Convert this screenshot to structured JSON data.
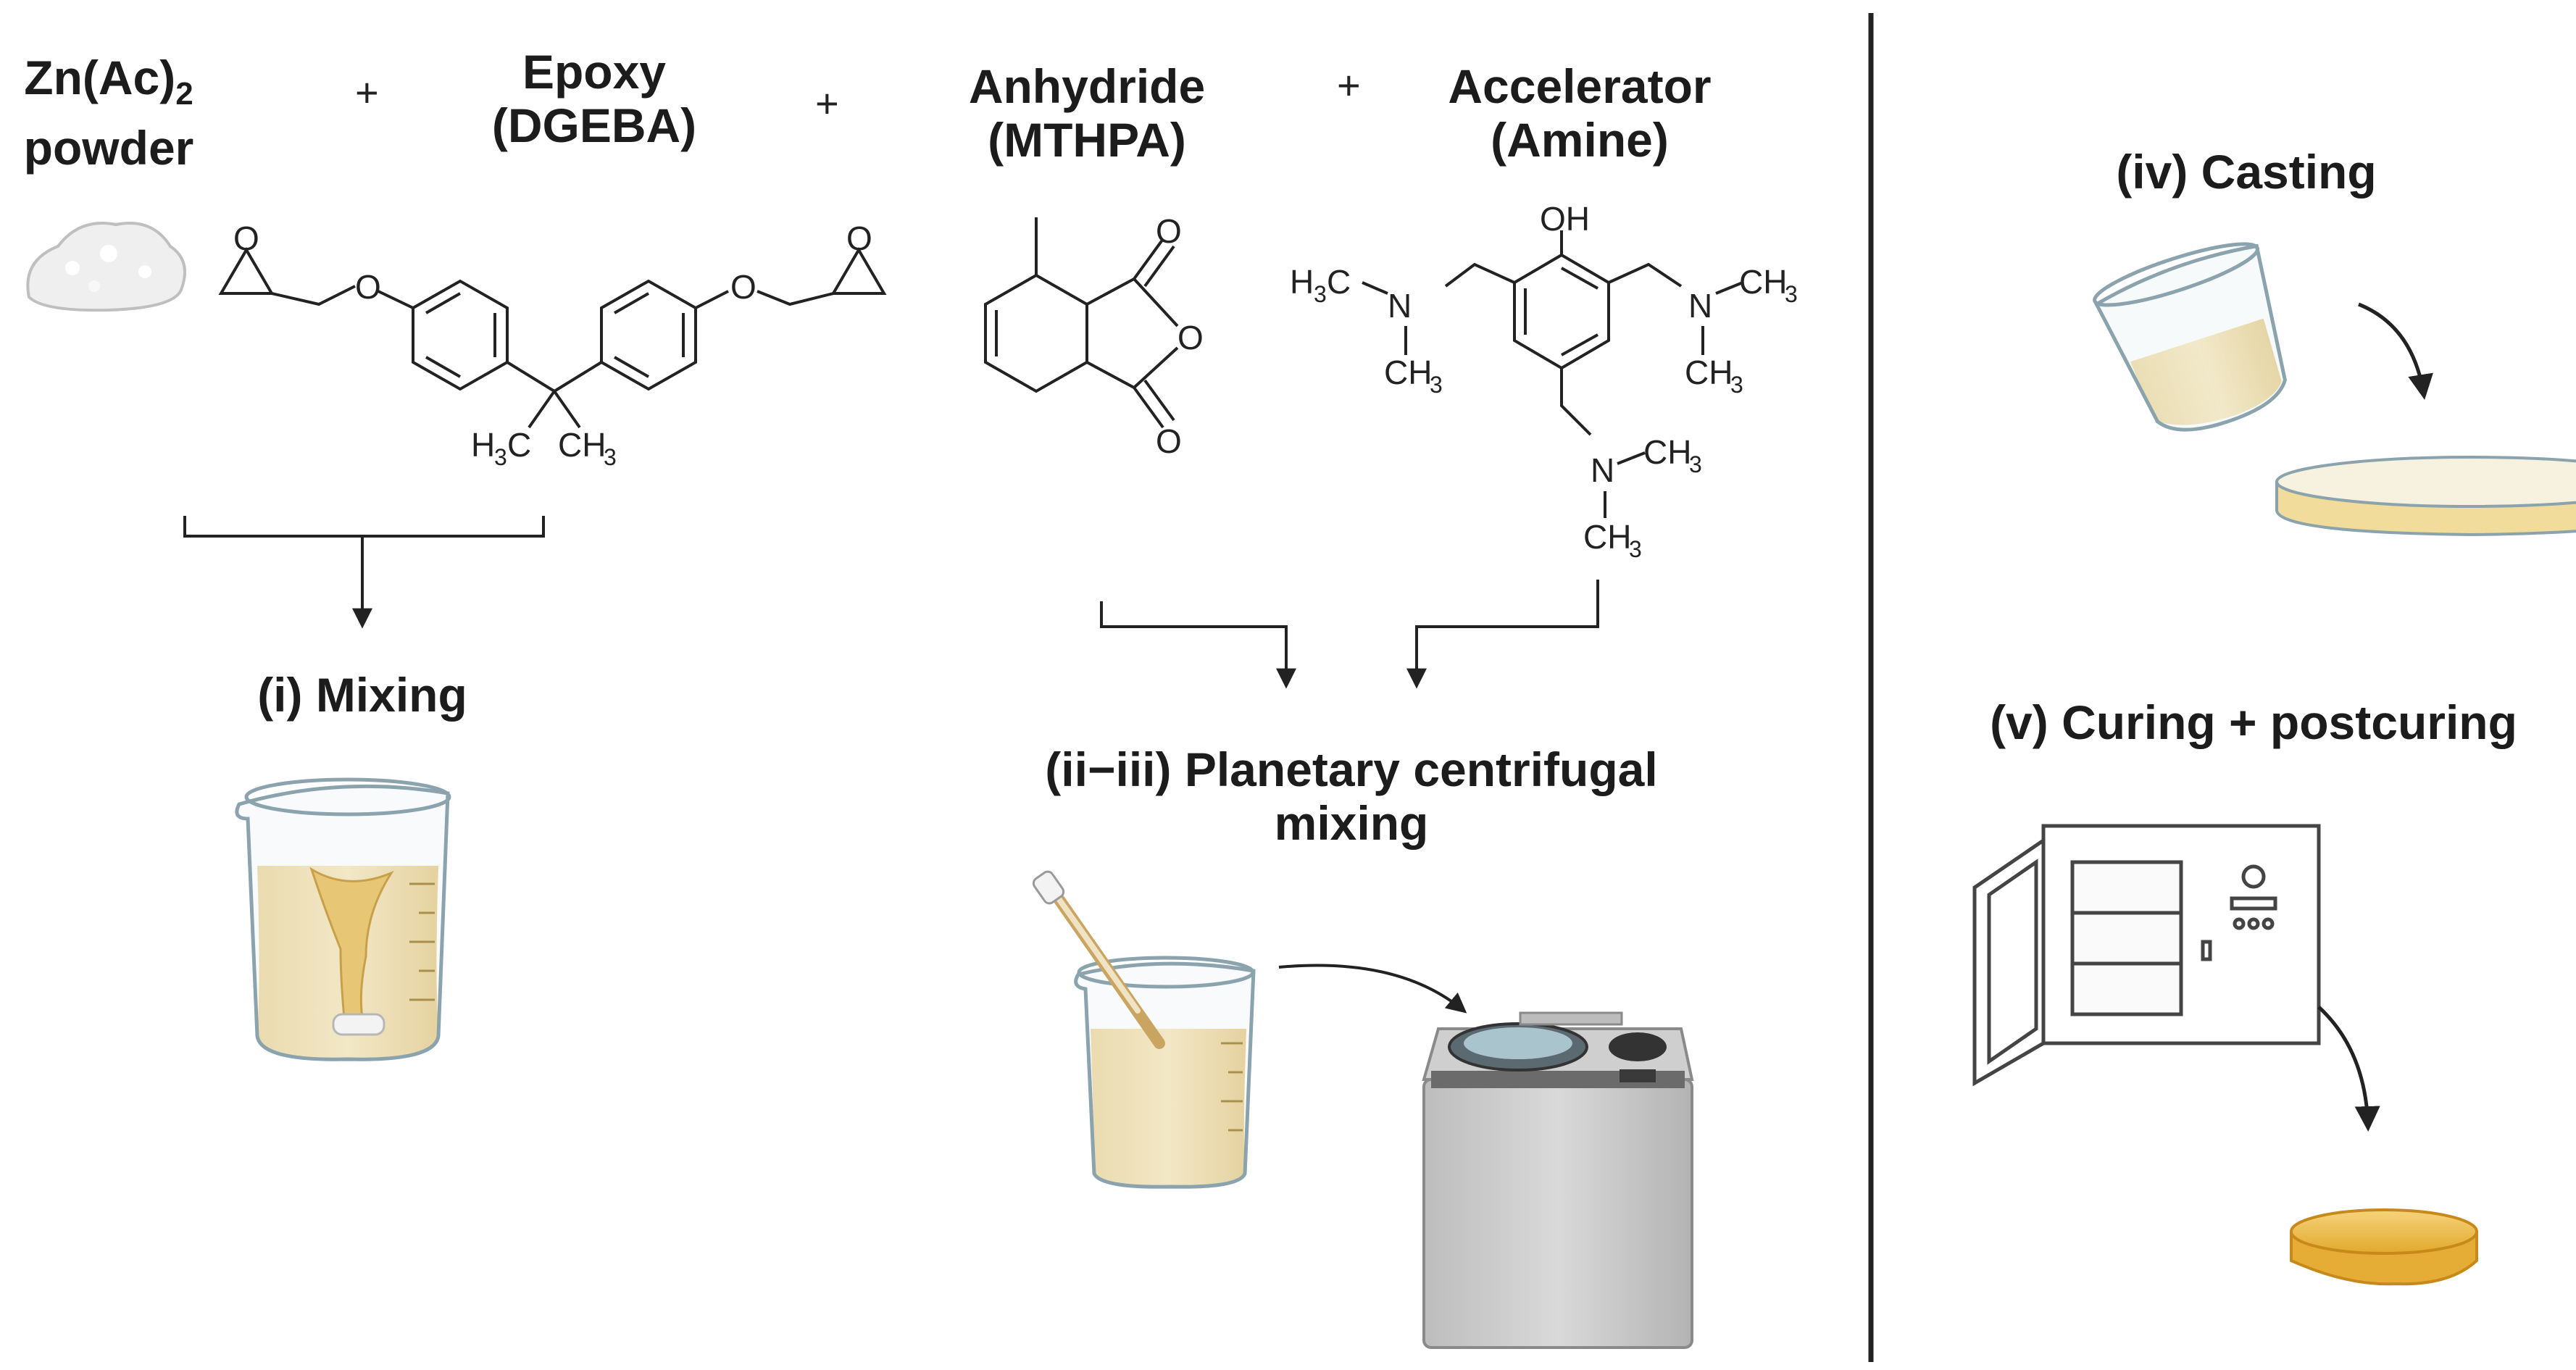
{
  "reagents": {
    "zinc": {
      "line1": "Zn(Ac)",
      "sub": "2",
      "line2": "powder"
    },
    "plus_a": "+",
    "epoxy": {
      "line1": "Epoxy",
      "line2": "(DGEBA)"
    },
    "plus_b": "+",
    "anhydride": {
      "line1": "Anhydride",
      "line2": "(MTHPA)"
    },
    "plus_c": "+",
    "accelerator": {
      "line1": "Accelerator",
      "line2": "(Amine)"
    }
  },
  "chem_labels": {
    "H3C": "H",
    "three": "3",
    "C": "C",
    "CH": "CH",
    "O": "O",
    "OH": "OH",
    "N": "N"
  },
  "steps": {
    "mixing": "(i) Mixing",
    "planetary_line1": "(ii−iii) Planetary centrifugal",
    "planetary_line2": "mixing",
    "casting": "(iv) Casting",
    "curing": "(v) Curing + postcuring"
  },
  "colors": {
    "liquid": "#f3dc9a",
    "liquid_dark": "#e6c46a",
    "disc": "#f0c04a",
    "divider": "#222222"
  }
}
